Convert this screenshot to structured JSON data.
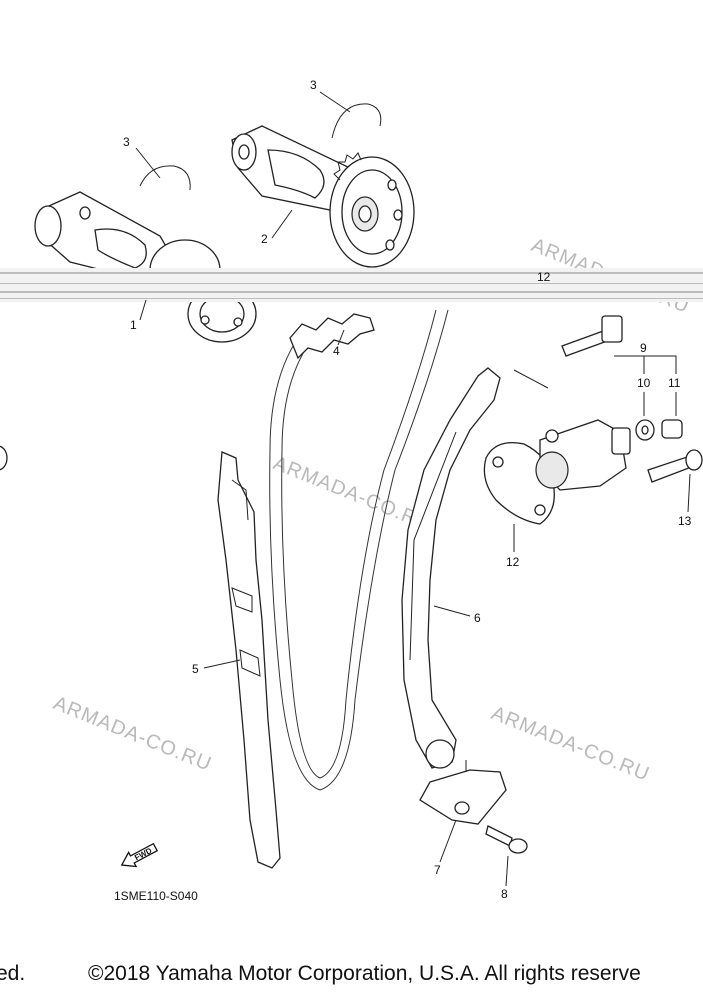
{
  "diagram": {
    "callouts": [
      "3",
      "3",
      "2",
      "1",
      "4",
      "9",
      "10",
      "11",
      "12",
      "13",
      "5",
      "6",
      "7",
      "8",
      "12"
    ],
    "fwd_label": "FWD",
    "code": "1SME110-S040"
  },
  "watermarks": [
    "ARMADA-CO.RU",
    "ARMADA-CO.RU",
    "ARMADA-CO.RU",
    "ARMADA-CO.RU"
  ],
  "footer": {
    "left_fragment": "ed.",
    "copyright": "©2018 Yamaha Motor Corporation, U.S.A. All rights reserve"
  }
}
